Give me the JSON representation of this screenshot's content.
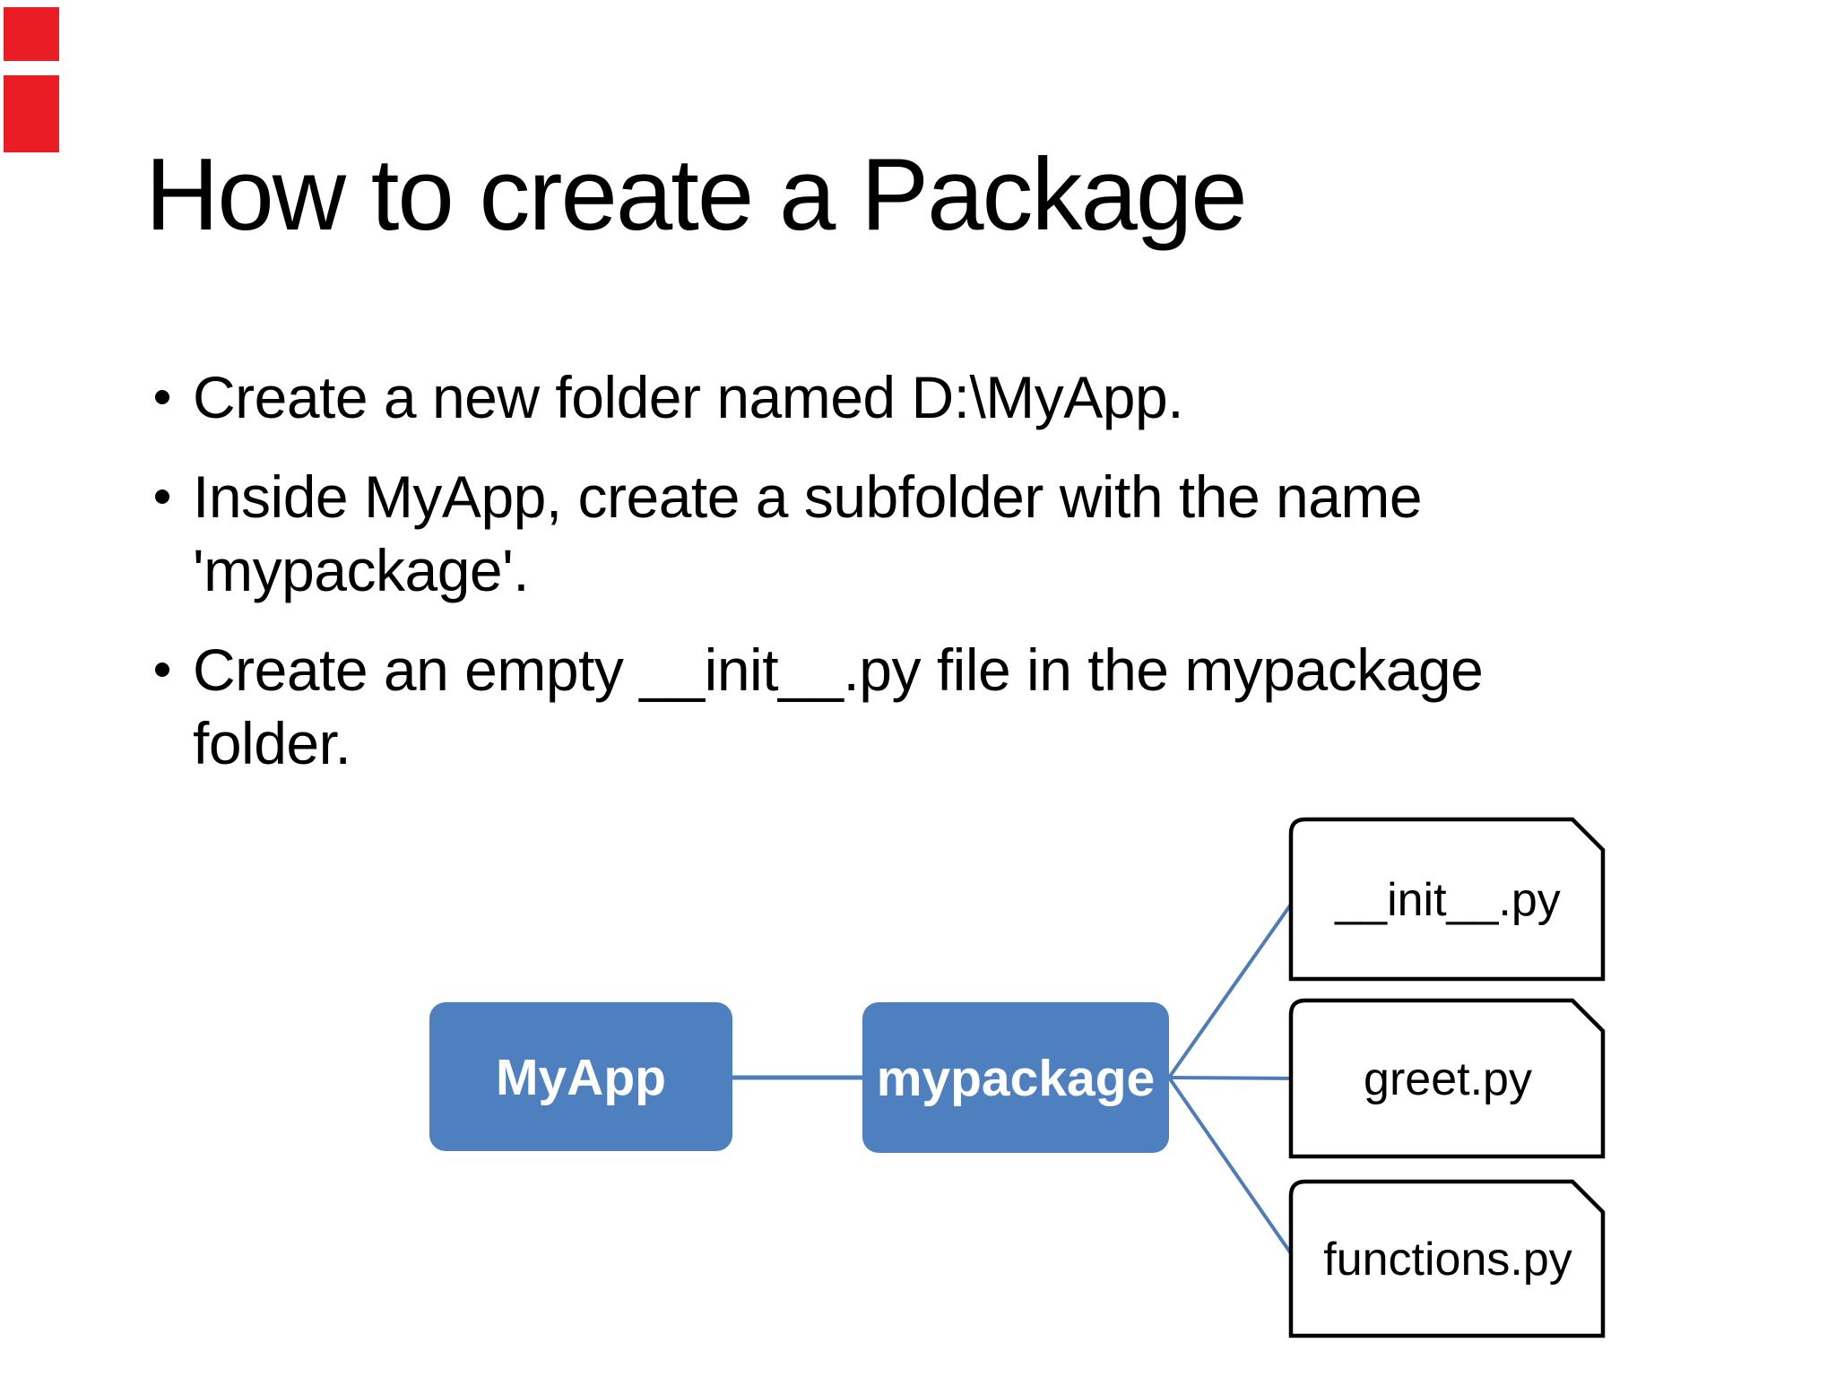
{
  "slide": {
    "title": "How to create a Package",
    "bullets": [
      {
        "lines": [
          "Create a new folder named D:\\MyApp."
        ]
      },
      {
        "lines": [
          "Inside MyApp, create a subfolder with the name",
          "'mypackage'."
        ]
      },
      {
        "lines": [
          "Create an empty __init__.py file in the mypackage",
          "folder."
        ]
      }
    ]
  },
  "diagram": {
    "folders": [
      {
        "label": "MyApp"
      },
      {
        "label": "mypackage"
      }
    ],
    "files": [
      {
        "label": "__init__.py"
      },
      {
        "label": "greet.py"
      },
      {
        "label": "functions.py"
      }
    ]
  },
  "colors": {
    "background": "#ffffff",
    "title_text": "#000000",
    "node_blue": "#4e80c0",
    "node_text": "#ffffff",
    "connector": "#4d7cb8",
    "file_fill": "#ffffff",
    "file_border": "#000000",
    "file_text": "#000000",
    "red_mark": "#ea1c24"
  }
}
